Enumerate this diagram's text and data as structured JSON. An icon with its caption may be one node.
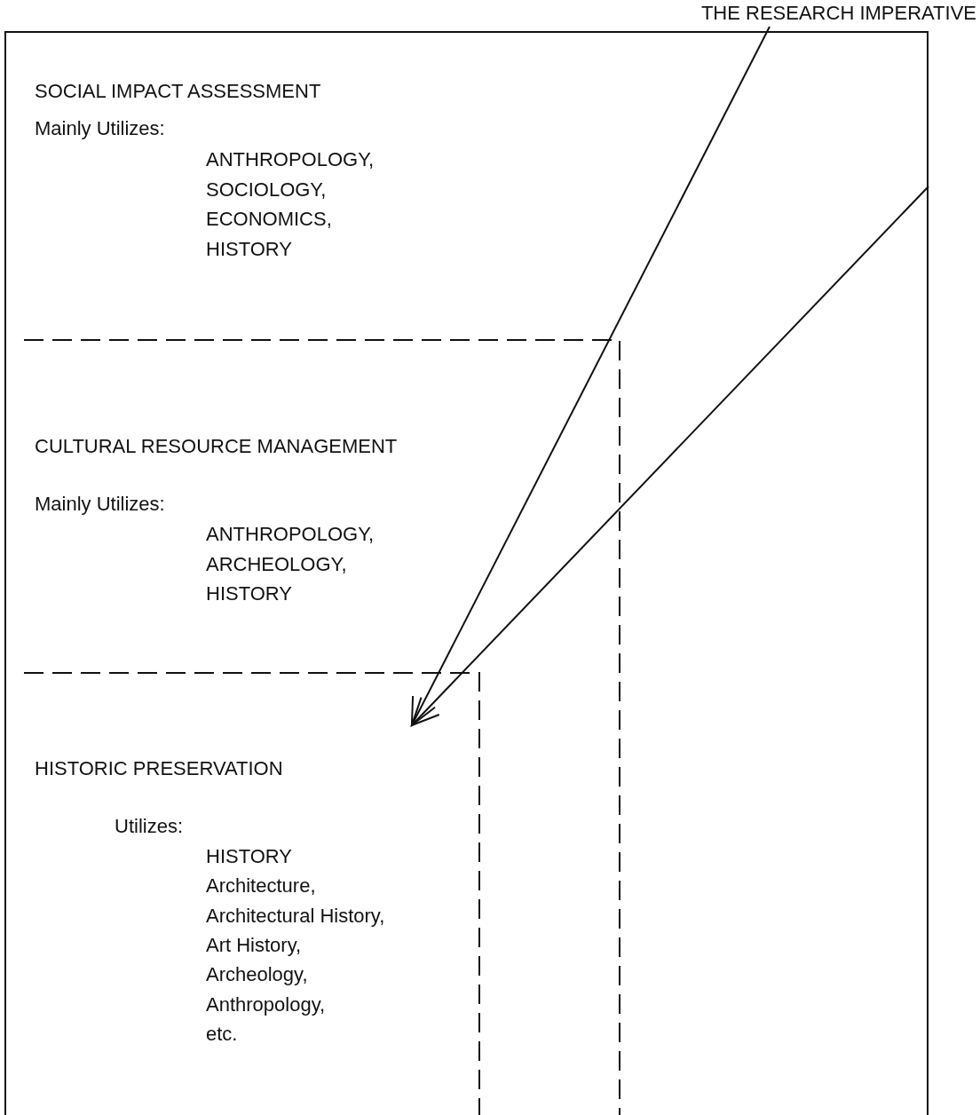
{
  "diagram": {
    "nodes": [
      {
        "text": [
          "THE RESEARCH IMPERATIVE"
        ]
      },
      {
        "text": [
          "SOCIAL IMPACT ASSESSMENT",
          "Mainly Utilizes:",
          "ANTHROPOLOGY,",
          "SOCIOLOGY,",
          "ECONOMICS,",
          "HISTORY"
        ]
      },
      {
        "text": [
          "CULTURAL RESOURCE MANAGEMENT",
          "Mainly Utilizes:",
          "ANTHROPOLOGY,",
          "ARCHEOLOGY,",
          "HISTORY"
        ],
        "in": 1
      },
      {
        "text": [
          "HISTORIC PRESERVATION",
          "Utilizes:",
          "HISTORY",
          "Architecture,",
          "Architectural History,",
          "Art History,",
          "Archeology,",
          "Anthropology,",
          "etc."
        ],
        "in": 2
      }
    ],
    "edges": [
      {
        "from": 0,
        "to": 3,
        "arrow": "to"
      },
      {
        "from": 1,
        "to": 3,
        "arrow": "to"
      }
    ]
  }
}
